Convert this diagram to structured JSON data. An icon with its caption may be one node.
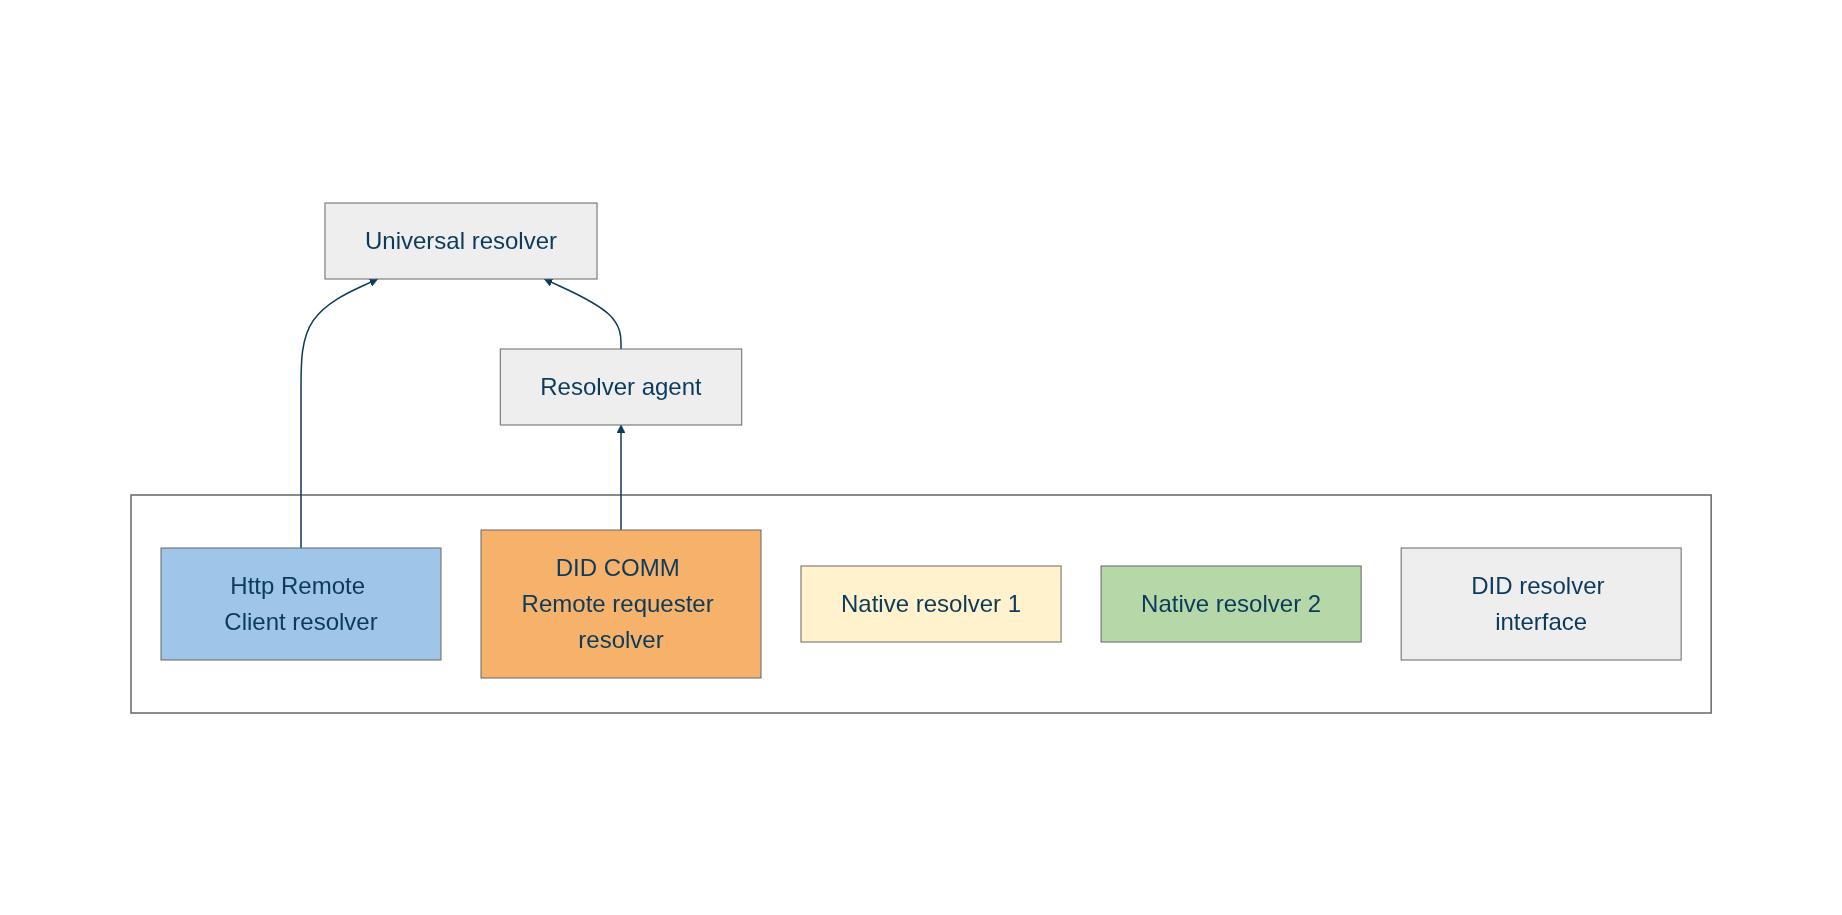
{
  "diagram": {
    "nodes": [
      {
        "text": [
          "Universal resolver"
        ]
      },
      {
        "text": [
          "Resolver agent"
        ]
      },
      {
        "text": [],
        "shape": "box"
      },
      {
        "text": [
          "Http Remote Client resolver"
        ],
        "in": 2
      },
      {
        "text": [
          "DID COMM Remote requester resolver"
        ],
        "in": 2
      },
      {
        "text": [
          "Native resolver 1"
        ],
        "in": 2
      },
      {
        "text": [
          "Native resolver 2"
        ],
        "in": 2
      },
      {
        "text": [
          "DID resolver interface"
        ],
        "in": 2
      }
    ],
    "edges": [
      {
        "from": 3,
        "to": 0,
        "arrow": "to"
      },
      {
        "from": 1,
        "to": 0,
        "arrow": "to"
      },
      {
        "from": 4,
        "to": 1,
        "arrow": "to"
      }
    ]
  }
}
